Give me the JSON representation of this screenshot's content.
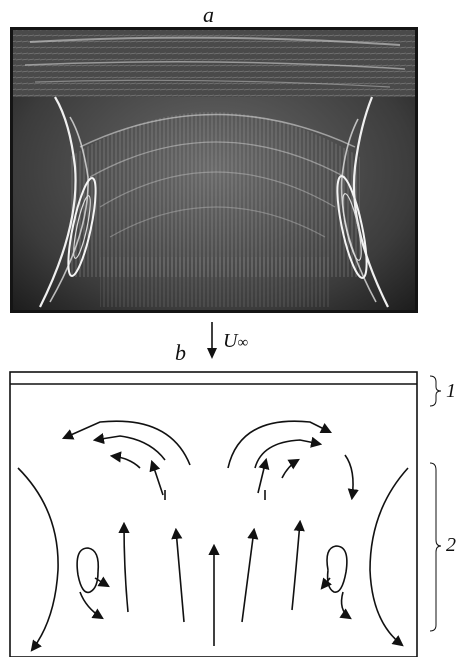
{
  "figure": {
    "panel_a_label": "a",
    "panel_b_label": "b",
    "flow_symbol": "U",
    "flow_subscript": "∞",
    "zone_1_label": "1",
    "zone_2_label": "2"
  },
  "colors": {
    "ink": "#111111",
    "photo_dark": "#2b2b2b",
    "photo_light": "#e8e8e8"
  },
  "icons": {
    "flow_arrow": "down-arrow-icon"
  }
}
